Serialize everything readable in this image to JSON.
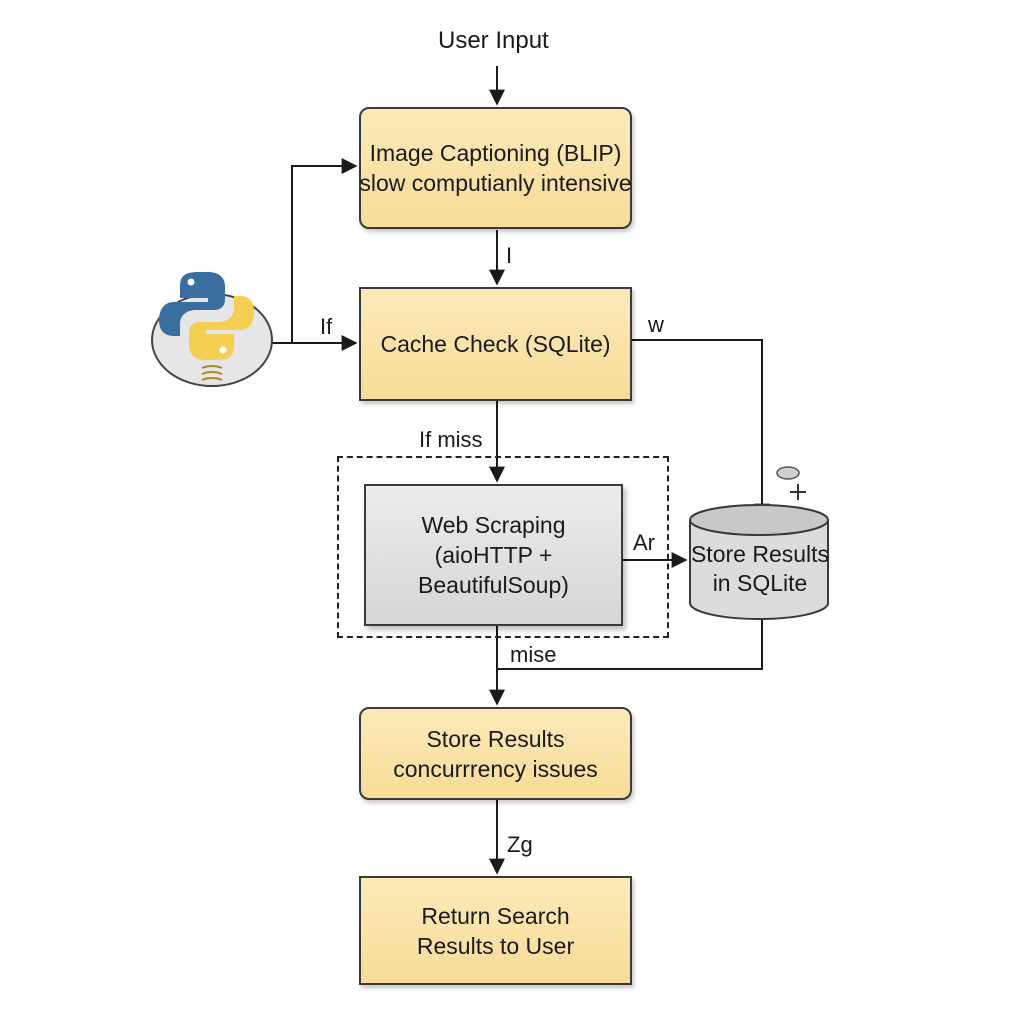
{
  "title": "User Input",
  "nodes": {
    "image_captioning": {
      "line1": "Image Captioning (BLIP)",
      "line2": "slow computianly intensive"
    },
    "cache_check": {
      "line1": "Cache Check (SQLite)"
    },
    "web_scraping": {
      "line1": "Web Scraping",
      "line2": "(aioHTTP +",
      "line3": "BeautifulSoup)"
    },
    "store_results_db": {
      "line1": "Store Results",
      "line2": "in SQLite"
    },
    "store_results": {
      "line1": "Store Results",
      "line2": "concurrrency issues"
    },
    "return_results": {
      "line1": "Return Search",
      "line2": "Results to User"
    }
  },
  "edge_labels": {
    "caption_to_cache": "I",
    "python_to_cache": "If",
    "cache_to_db": "w",
    "cache_to_scraping": "If miss",
    "scraping_to_db": "Ar",
    "scraping_to_store": "mise",
    "store_to_return": "Zg"
  },
  "icons": {
    "python_logo": "python-logo-icon",
    "database": "database-cylinder-icon"
  },
  "colors": {
    "process_fill": "#f9e2a6",
    "scraping_fill": "#e0e0e0",
    "database_fill": "#dcdcdc",
    "python_blue": "#3a6e9e",
    "python_yellow": "#f5cf52",
    "line": "#1a1a1a"
  }
}
